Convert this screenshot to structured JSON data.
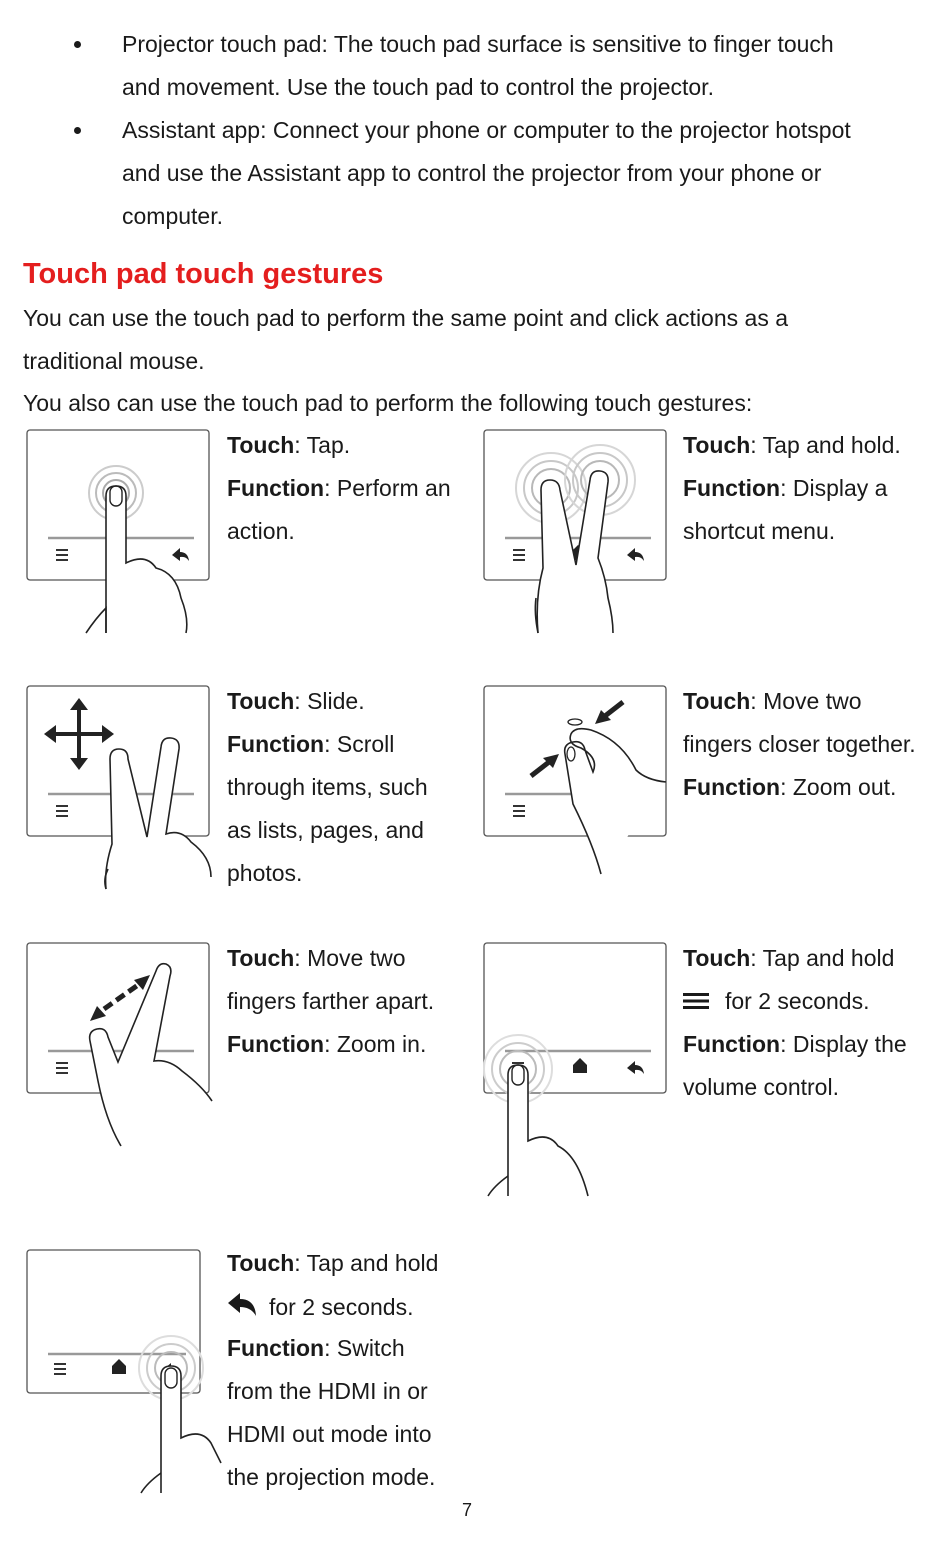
{
  "bullets": [
    {
      "line1": "Projector touch pad: The touch pad surface is sensitive to finger touch",
      "line2": "and movement. Use the touch pad to control the projector."
    },
    {
      "line1": "Assistant app: Connect your phone or computer to the projector hotspot",
      "line2": "and use the Assistant app to control the projector from your phone or",
      "line3": "computer."
    }
  ],
  "section": {
    "heading": "Touch pad touch gestures",
    "intro1": "You can use the touch pad to perform the same point and click actions as a",
    "intro2": "traditional mouse.",
    "intro3": "You also can use the touch pad to perform the following touch gestures:"
  },
  "labels": {
    "touch": "Touch",
    "function": "Function"
  },
  "gestures": [
    {
      "touch": ": Tap.",
      "f1": ": Perform an",
      "f2": "action."
    },
    {
      "touch": ": Tap and hold.",
      "f1": ": Display a",
      "f2": "shortcut menu."
    },
    {
      "touch": ": Slide.",
      "f1": ": Scroll",
      "f2": "through items, such",
      "f3": "as lists, pages, and",
      "f4": "photos."
    },
    {
      "touch": ": Move two",
      "t2": "fingers closer together.",
      "f1": ": Zoom out."
    },
    {
      "touch": ": Move two",
      "t2": "fingers farther apart.",
      "f1": ": Zoom in."
    },
    {
      "touch": ": Tap and hold",
      "t2": "for 2 seconds.",
      "t2_icon": "menu-icon",
      "f1": ": Display the",
      "f2": "volume control."
    },
    {
      "touch": ": Tap and hold",
      "t2": "for 2 seconds.",
      "t2_icon": "back-arrow-icon",
      "f1": ": Switch",
      "f2": "from the HDMI in or",
      "f3": "HDMI out mode into",
      "f4": "the projection mode."
    }
  ],
  "page_number": "7"
}
